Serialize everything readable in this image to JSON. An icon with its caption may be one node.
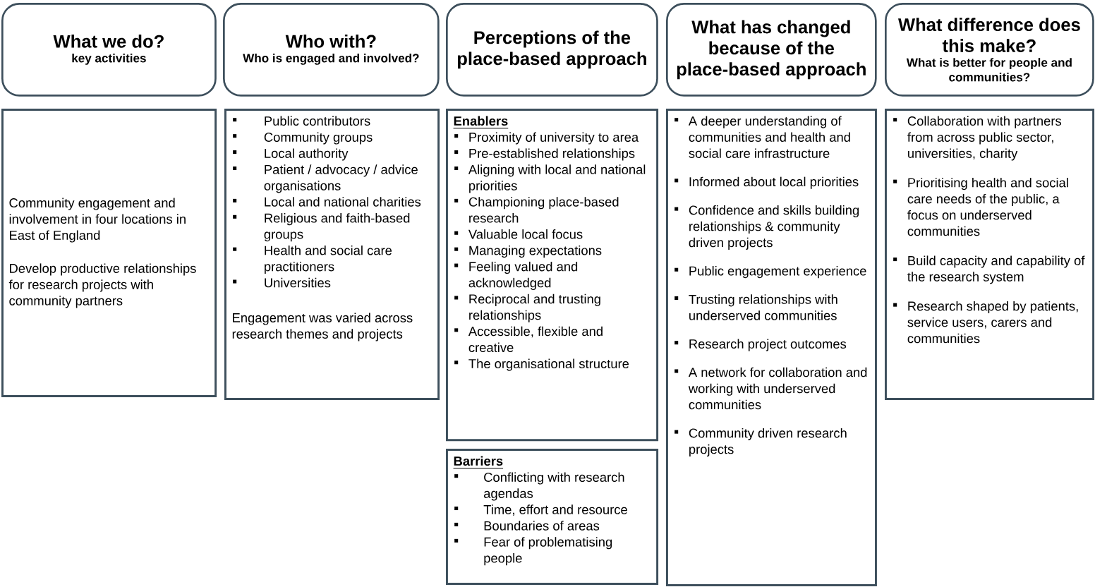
{
  "diagram": {
    "nodes": [
      {
        "text": [
          "What we do?",
          "key activities"
        ]
      },
      {
        "text": [
          "Who with?",
          "Who is engaged and involved?"
        ]
      },
      {
        "text": [
          "Perceptions of the place-based approach"
        ]
      },
      {
        "text": [
          "What has changed because of the place-based approach"
        ]
      },
      {
        "text": [
          "What difference does this make?",
          "What is better for people and communities?"
        ]
      },
      {
        "text": [
          "Community engagement and involvement  in four locations in East of England",
          "Develop productive relationships for research projects with community partners"
        ]
      },
      {
        "text": [
          "Public contributors",
          "Community groups",
          "Local authority",
          "Patient / advocacy / advice organisations",
          "Local and national charities",
          "Religious and faith-based groups",
          "Health and social care practitioners",
          "Universities",
          "Engagement was varied across research themes and projects"
        ]
      },
      {
        "text": [
          "Enablers",
          "Proximity of university to area",
          "Pre-established relationships",
          "Aligning with local and national priorities",
          "Championing place-based research",
          "Valuable local focus",
          "Managing expectations",
          "Feeling valued and acknowledged",
          "Reciprocal and trusting relationships",
          "Accessible, flexible and creative",
          "The organisational structure"
        ]
      },
      {
        "text": [
          "Barriers",
          "Conflicting with research agendas",
          "Time, effort and resource",
          "Boundaries of areas",
          "Fear of problematising people"
        ]
      },
      {
        "text": [
          "A deeper understanding of communities and health and social care infrastructure",
          "Informed about local priorities",
          "Confidence and skills building relationships & community driven projects",
          "Public engagement experience",
          "Trusting relationships with underserved communities",
          "Research project outcomes",
          "A network for collaboration and working with underserved communities",
          "Community driven research projects"
        ]
      },
      {
        "text": [
          "Collaboration with partners from across public sector, universities, charity",
          "Prioritising health and social care needs of the public, a focus on underserved communities",
          "Build capacity and capability of  the research system",
          "Research shaped by patients, service users, carers and communities"
        ]
      }
    ]
  }
}
